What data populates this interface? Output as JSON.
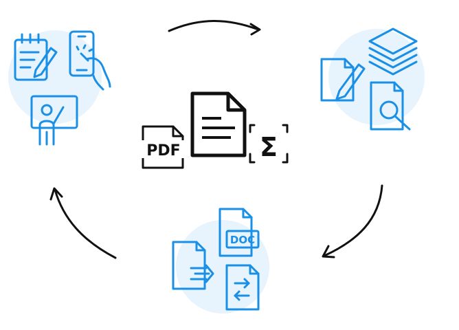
{
  "diagram": {
    "center": {
      "pdf_label": "PDF",
      "sigma_label": "Σ"
    },
    "bottom_group": {
      "doc_label": "DOC"
    },
    "colors": {
      "accent": "#1a8fe6",
      "bubble": "#e7f3fd",
      "ink": "#111111"
    }
  }
}
